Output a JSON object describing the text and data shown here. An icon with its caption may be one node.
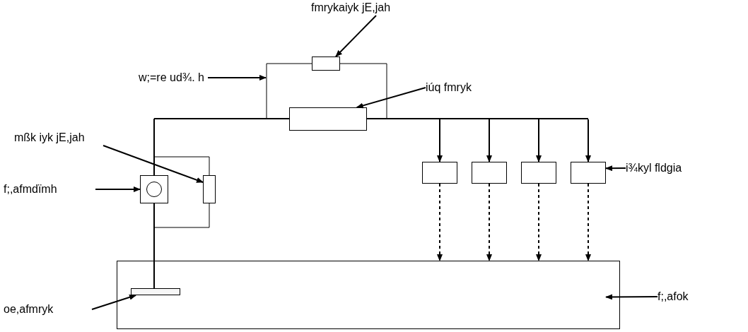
{
  "diagram": {
    "nodes": [
      {
        "text": [
          "fmrykaiyk jE,jah"
        ]
      },
      {
        "text": [],
        "shape": "box"
      },
      {
        "text": [
          "w;=re ud¾. h"
        ]
      },
      {
        "text": [],
        "shape": "box"
      },
      {
        "text": [
          "iúq fmryk"
        ]
      },
      {
        "text": [
          "mßk iyk jE,jah"
        ]
      },
      {
        "text": [],
        "shape": "box"
      },
      {
        "text": [
          "f;,afmdïmh"
        ]
      },
      {
        "text": [],
        "shape": "box"
      },
      {
        "text": [],
        "shape": "box"
      },
      {
        "text": [],
        "shape": "box"
      },
      {
        "text": [],
        "shape": "box"
      },
      {
        "text": [],
        "shape": "box"
      },
      {
        "text": [
          "i¾kyl fldgia"
        ]
      },
      {
        "text": [],
        "shape": "box"
      },
      {
        "text": [
          "f;,afok"
        ]
      },
      {
        "text": [],
        "shape": "bar",
        "in": 14
      },
      {
        "text": [
          "oe,afmryk"
        ]
      }
    ],
    "edges": [
      {
        "from": 0,
        "to": 1,
        "arrow": "to"
      },
      {
        "from": 2,
        "to": null,
        "arrow": "to"
      },
      {
        "from": 4,
        "to": 3,
        "arrow": "to"
      },
      {
        "from": 5,
        "to": 6,
        "arrow": "to"
      },
      {
        "from": 7,
        "to": 8,
        "arrow": "to"
      },
      {
        "from": 13,
        "to": 12,
        "arrow": "to"
      },
      {
        "from": 15,
        "to": 14,
        "arrow": "to"
      },
      {
        "from": 17,
        "to": 16,
        "arrow": "to"
      },
      {
        "from": null,
        "to": 9,
        "arrow": "to"
      },
      {
        "from": null,
        "to": 10,
        "arrow": "to"
      },
      {
        "from": null,
        "to": 11,
        "arrow": "to"
      },
      {
        "from": null,
        "to": 12,
        "arrow": "to"
      },
      {
        "from": 9,
        "to": 14,
        "arrow": "to",
        "style": "dashed"
      },
      {
        "from": 10,
        "to": 14,
        "arrow": "to",
        "style": "dashed"
      },
      {
        "from": 11,
        "to": 14,
        "arrow": "to",
        "style": "dashed"
      },
      {
        "from": 12,
        "to": 14,
        "arrow": "to",
        "style": "dashed"
      }
    ]
  }
}
